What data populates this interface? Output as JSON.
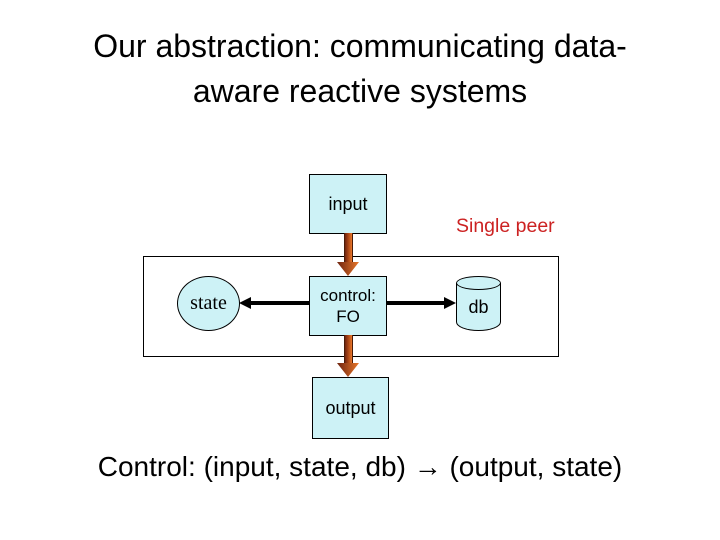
{
  "slide": {
    "title_line1": "Our abstraction: communicating data-",
    "title_line2": "aware reactive systems",
    "formula": "Control: (input, state, db) → (output, state)"
  },
  "diagram": {
    "peer_label": "Single peer",
    "nodes": {
      "input": "input",
      "state": "state",
      "control_line1": "control:",
      "control_line2": "FO",
      "db": "db",
      "output": "output"
    },
    "colors": {
      "node_fill": "#cdf2f6",
      "peer_label_color": "#cc2222",
      "arrow_gradient_dark": "#6e2410",
      "arrow_gradient_light": "#e8772a",
      "line_color": "#000000"
    }
  }
}
